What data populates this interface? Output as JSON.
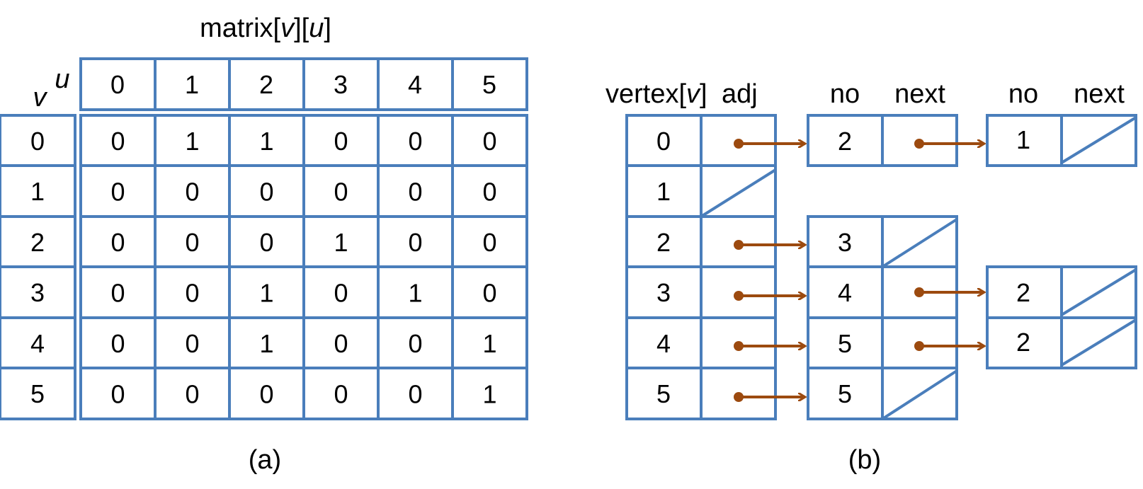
{
  "colors": {
    "grid": "#4a7ebb",
    "arrow": "#9c4a0f",
    "text": "#000000"
  },
  "panel_a": {
    "title_prefix": "matrix[",
    "title_v": "v",
    "title_mid": "][",
    "title_u": "u",
    "title_suffix": "]",
    "corner_u": "u",
    "corner_v": "v",
    "col_headers": [
      "0",
      "1",
      "2",
      "3",
      "4",
      "5"
    ],
    "row_headers": [
      "0",
      "1",
      "2",
      "3",
      "4",
      "5"
    ],
    "matrix": [
      [
        "0",
        "1",
        "1",
        "0",
        "0",
        "0"
      ],
      [
        "0",
        "0",
        "0",
        "0",
        "0",
        "0"
      ],
      [
        "0",
        "0",
        "0",
        "1",
        "0",
        "0"
      ],
      [
        "0",
        "0",
        "1",
        "0",
        "1",
        "0"
      ],
      [
        "0",
        "0",
        "1",
        "0",
        "0",
        "1"
      ],
      [
        "0",
        "0",
        "0",
        "0",
        "0",
        "1"
      ]
    ],
    "caption": "(a)"
  },
  "panel_b": {
    "vertex_label_prefix": "vertex[",
    "vertex_label_v": "v",
    "vertex_label_suffix": "]",
    "adj_label": "adj",
    "no_label": "no",
    "next_label": "next",
    "vertices": [
      "0",
      "1",
      "2",
      "3",
      "4",
      "5"
    ],
    "level1_nodes": [
      "2",
      "3",
      "4",
      "5",
      "5"
    ],
    "level2_nodes": [
      "1",
      "2",
      "2"
    ],
    "caption": "(b)"
  }
}
